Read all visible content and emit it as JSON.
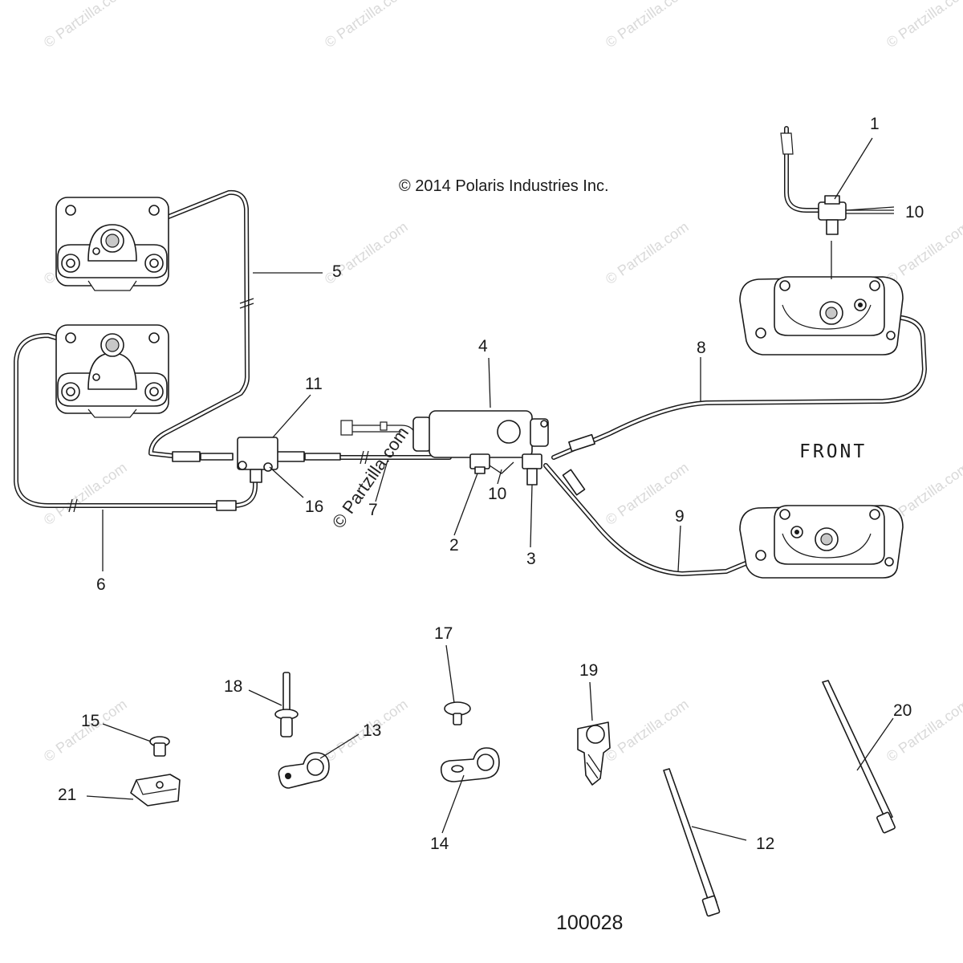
{
  "copyright": "© 2014 Polaris Industries Inc.",
  "front_label": "FRONT",
  "diagram_number": "100028",
  "watermark_text": "© Partzilla.com",
  "callouts": {
    "c1": "1",
    "c2": "2",
    "c3": "3",
    "c4": "4",
    "c5": "5",
    "c6": "6",
    "c7": "7",
    "c8": "8",
    "c9": "9",
    "c10a": "10",
    "c10b": "10",
    "c11": "11",
    "c12": "12",
    "c13": "13",
    "c14": "14",
    "c15": "15",
    "c16": "16",
    "c17": "17",
    "c18": "18",
    "c19": "19",
    "c20": "20",
    "c21": "21"
  }
}
